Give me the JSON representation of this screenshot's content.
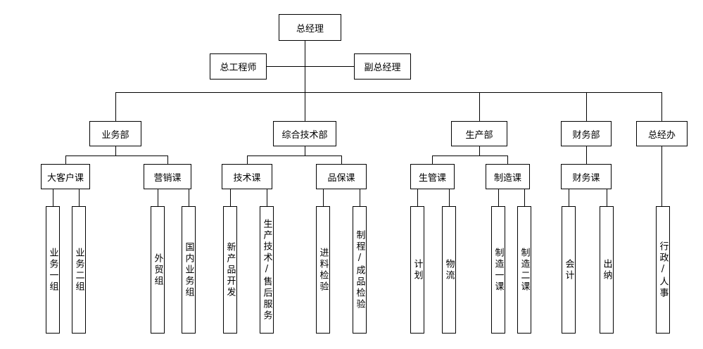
{
  "colors": {
    "background": "#ffffff",
    "line": "#000000",
    "box_fill": "#ffffff",
    "box_border": "#000000",
    "text": "#000000"
  },
  "org_chart": {
    "root": {
      "id": "general-manager",
      "label": "总经理"
    },
    "staff": [
      {
        "id": "chief-engineer",
        "label": "总工程师"
      },
      {
        "id": "deputy-general-manager",
        "label": "副总经理"
      }
    ],
    "departments": [
      {
        "id": "business-dept",
        "label": "业务部",
        "sections": [
          {
            "id": "key-account-section",
            "label": "大客户课",
            "groups": [
              {
                "id": "business-group-1",
                "label": "业务一组"
              },
              {
                "id": "business-group-2",
                "label": "业务二组"
              }
            ]
          },
          {
            "id": "marketing-section",
            "label": "营销课",
            "groups": [
              {
                "id": "foreign-trade-group",
                "label": "外贸组"
              },
              {
                "id": "domestic-business-group",
                "label": "国内业务组"
              }
            ]
          }
        ]
      },
      {
        "id": "general-tech-dept",
        "label": "综合技术部",
        "sections": [
          {
            "id": "tech-section",
            "label": "技术课",
            "groups": [
              {
                "id": "new-product-dev",
                "label": "新产品开发"
              },
              {
                "id": "prod-tech-after-sales",
                "label": "生产技术/售后服务"
              }
            ]
          },
          {
            "id": "qa-section",
            "label": "品保课",
            "groups": [
              {
                "id": "incoming-inspection",
                "label": "进料检验"
              },
              {
                "id": "process-finished-inspection",
                "label": "制程/成品检验"
              }
            ]
          }
        ]
      },
      {
        "id": "production-dept",
        "label": "生产部",
        "sections": [
          {
            "id": "production-mgmt-section",
            "label": "生管课",
            "groups": [
              {
                "id": "planning",
                "label": "计划"
              },
              {
                "id": "logistics",
                "label": "物流"
              }
            ]
          },
          {
            "id": "manufacturing-section",
            "label": "制造课",
            "groups": [
              {
                "id": "manufacturing-section-1",
                "label": "制造一课"
              },
              {
                "id": "manufacturing-section-2",
                "label": "制造二课"
              }
            ]
          }
        ]
      },
      {
        "id": "finance-dept",
        "label": "财务部",
        "sections": [
          {
            "id": "finance-section",
            "label": "财务课",
            "groups": [
              {
                "id": "accounting",
                "label": "会计"
              },
              {
                "id": "cashier",
                "label": "出纳"
              }
            ]
          }
        ]
      },
      {
        "id": "gm-office",
        "label": "总经办",
        "sections": [],
        "groups": [
          {
            "id": "admin-hr",
            "label": "行政/人事"
          }
        ]
      }
    ]
  }
}
